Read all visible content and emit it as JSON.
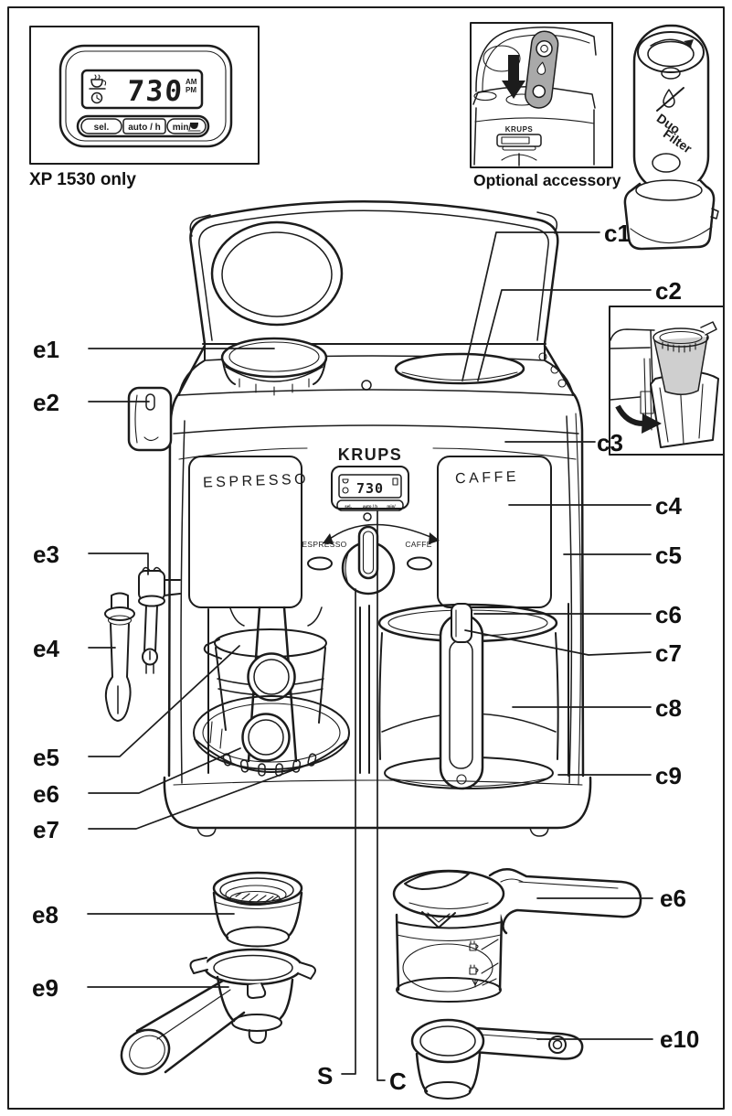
{
  "clock_inset": {
    "caption": "XP 1530 only",
    "display": {
      "time": "730",
      "am": "AM",
      "pm": "PM"
    },
    "buttons": {
      "sel": "sel.",
      "auto": "auto / h",
      "min": "min/"
    }
  },
  "accessory_inset": {
    "caption": "Optional accessory",
    "brand": "KRUPS"
  },
  "duo_filter": {
    "line1": "Duo",
    "line2": "Filter"
  },
  "machine": {
    "brand": "KRUPS",
    "left_door": "ESPRESSO",
    "right_door": "CAFFE",
    "selector": {
      "left": "ESPRESSO",
      "right": "CAFFE"
    },
    "display_time": "730"
  },
  "callouts": {
    "e1": "e1",
    "e2": "e2",
    "e3": "e3",
    "e4": "e4",
    "e5": "e5",
    "e6": "e6",
    "e7": "e7",
    "e8": "e8",
    "e9": "e9",
    "e10": "e10",
    "c1": "c1",
    "c2": "c2",
    "c3": "c3",
    "c4": "c4",
    "c5": "c5",
    "c6": "c6",
    "c7": "c7",
    "c8": "c8",
    "c9": "c9",
    "steam_position": "S",
    "coffee_position": "C"
  }
}
